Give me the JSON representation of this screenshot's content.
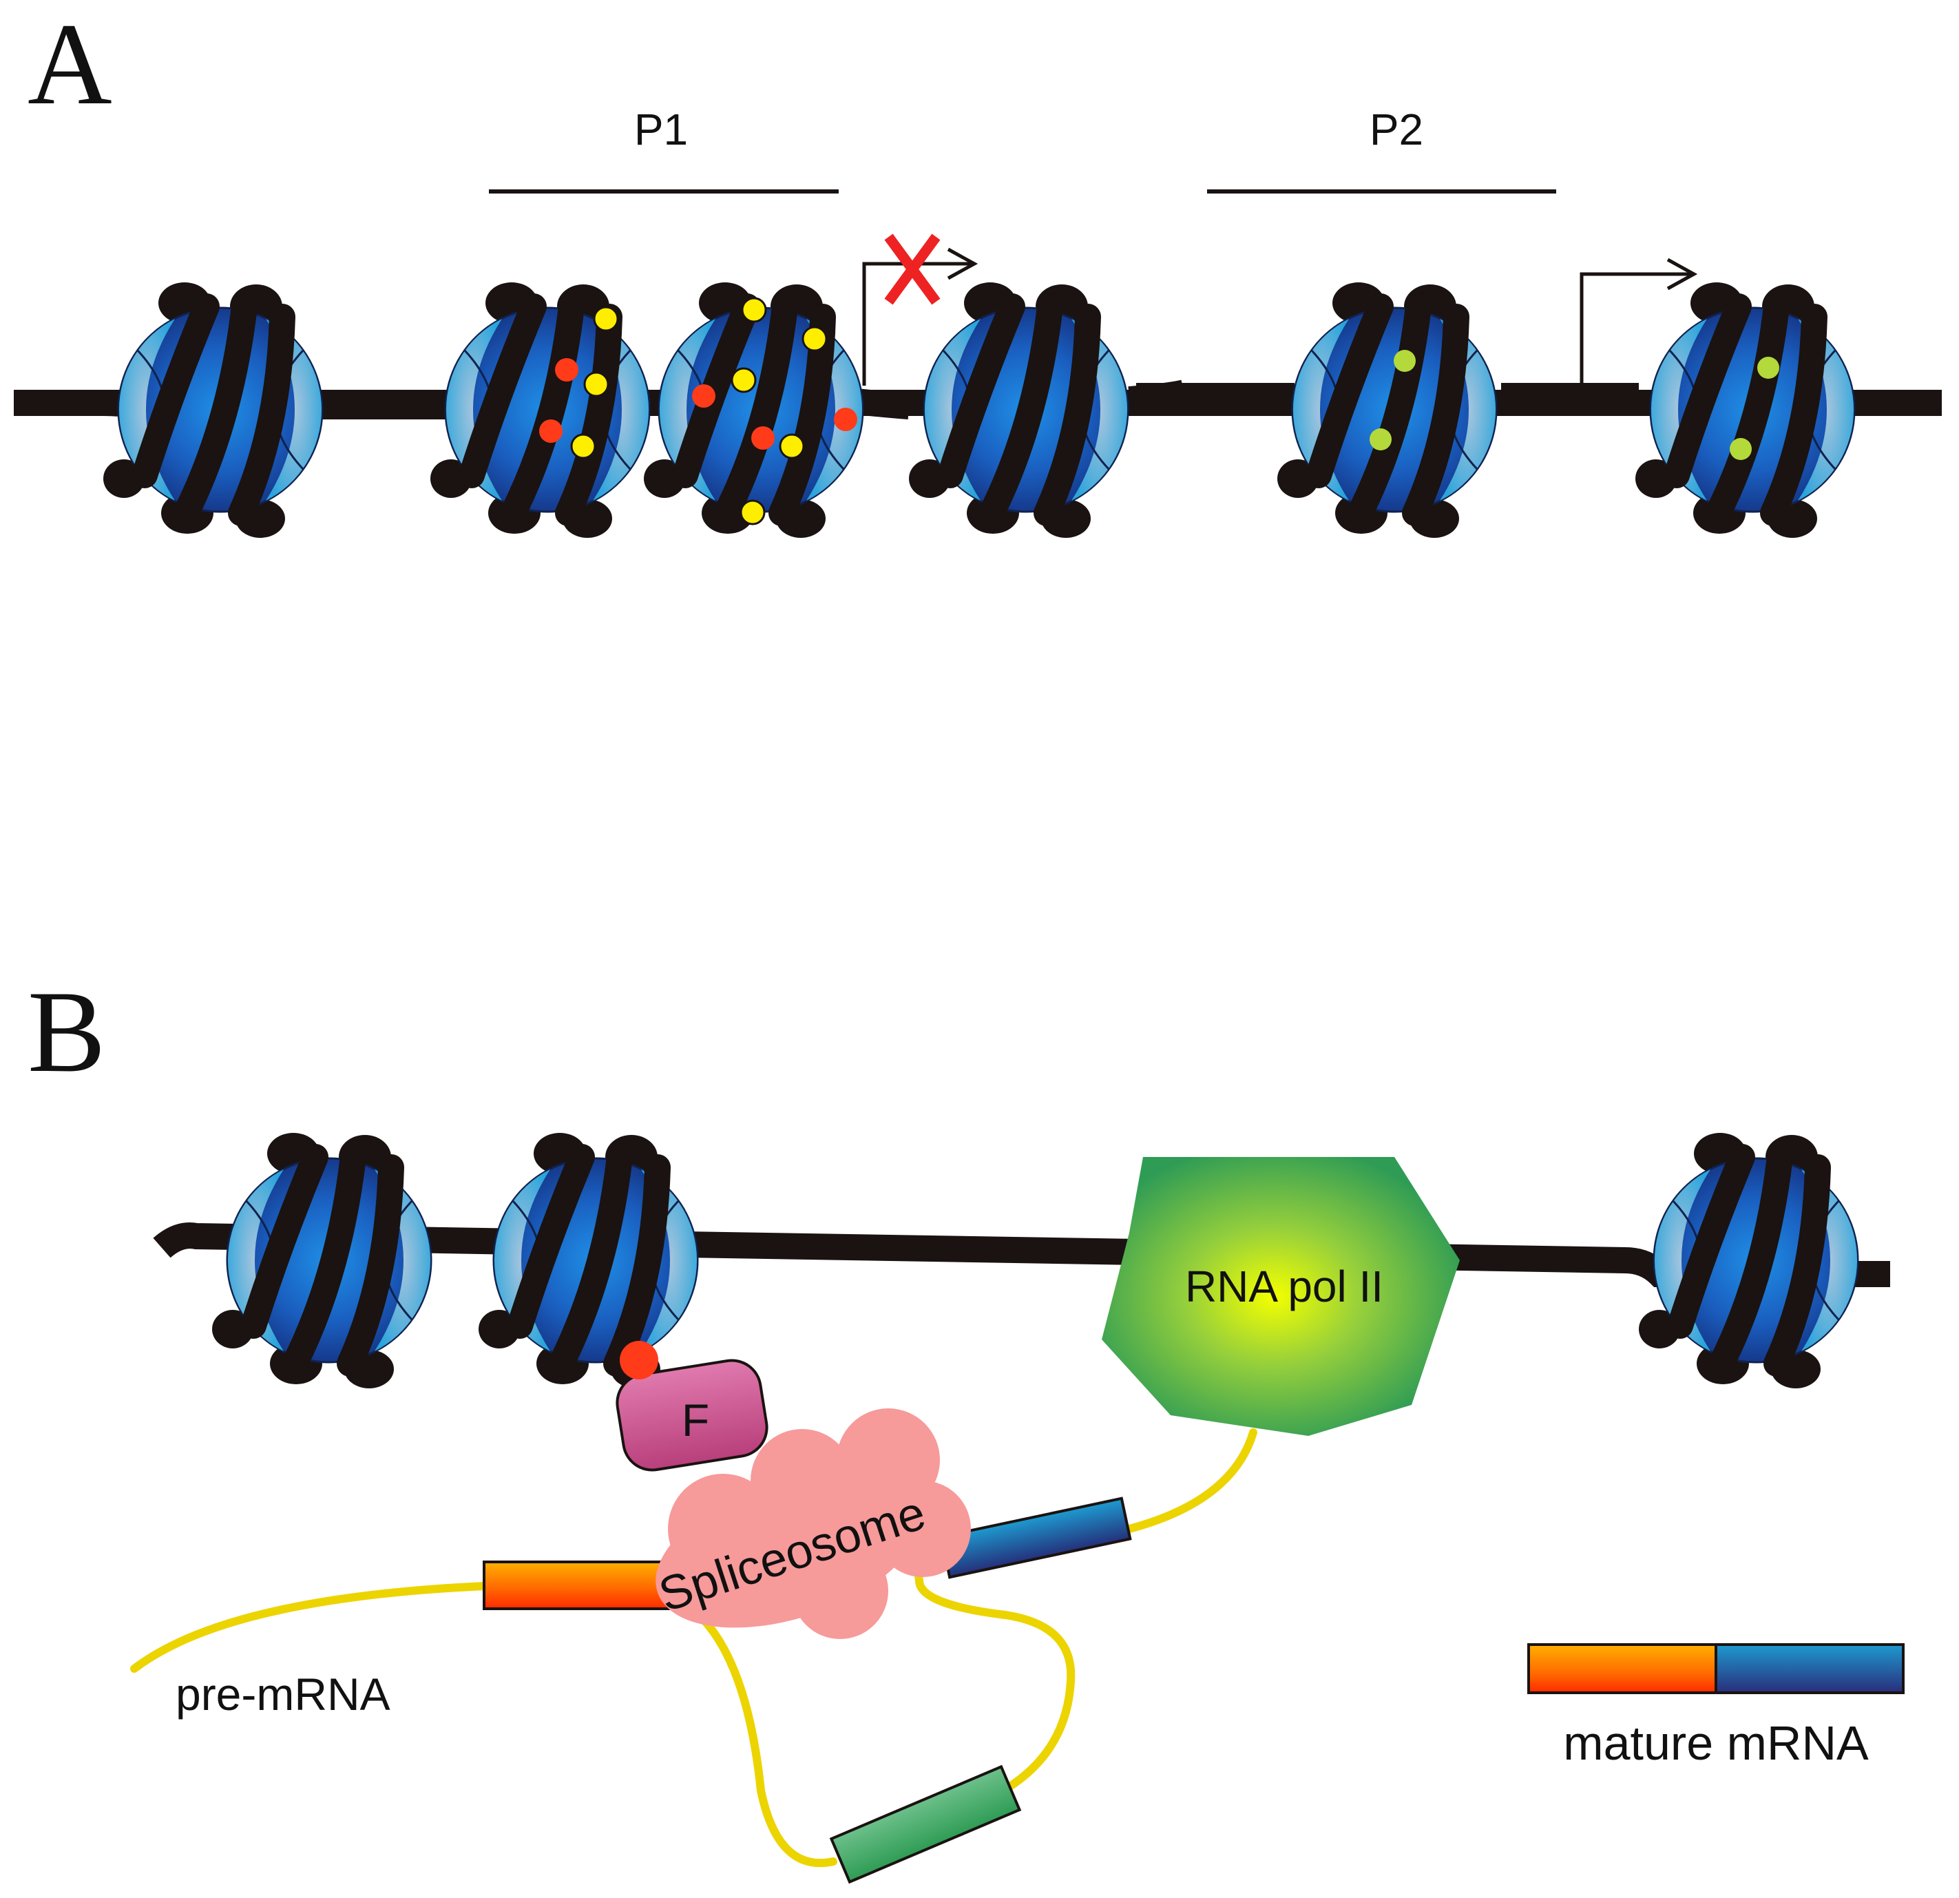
{
  "panel_a": {
    "letter": "A",
    "promoter_labels": [
      "P1",
      "P2"
    ],
    "nucleosome_count": 6
  },
  "panel_b": {
    "letter": "B",
    "polymerase_label": "RNA pol II",
    "factor_label": "F",
    "spliceosome_label": "Spliceosome",
    "pre_mrna_label": "pre-mRNA",
    "mature_mrna_label": "mature mRNA",
    "nucleosome_count": 3
  },
  "colors": {
    "dna": "#1a1311",
    "histone_dark": "#1e3d94",
    "histone_light": "#2fa3d8",
    "mark_yellow": "#ffee00",
    "mark_red": "#ff3b1a",
    "mark_green": "#b4d93a",
    "inactive_x": "#ee2222",
    "rna": "#ecd400",
    "polymerase": "#3aa74f",
    "factor": "#c9518c",
    "spliceosome": "#f79a9a",
    "exon_orange": "#ff6a00",
    "exon_blue": "#1d6fb2",
    "exon_green": "#45b06a"
  }
}
